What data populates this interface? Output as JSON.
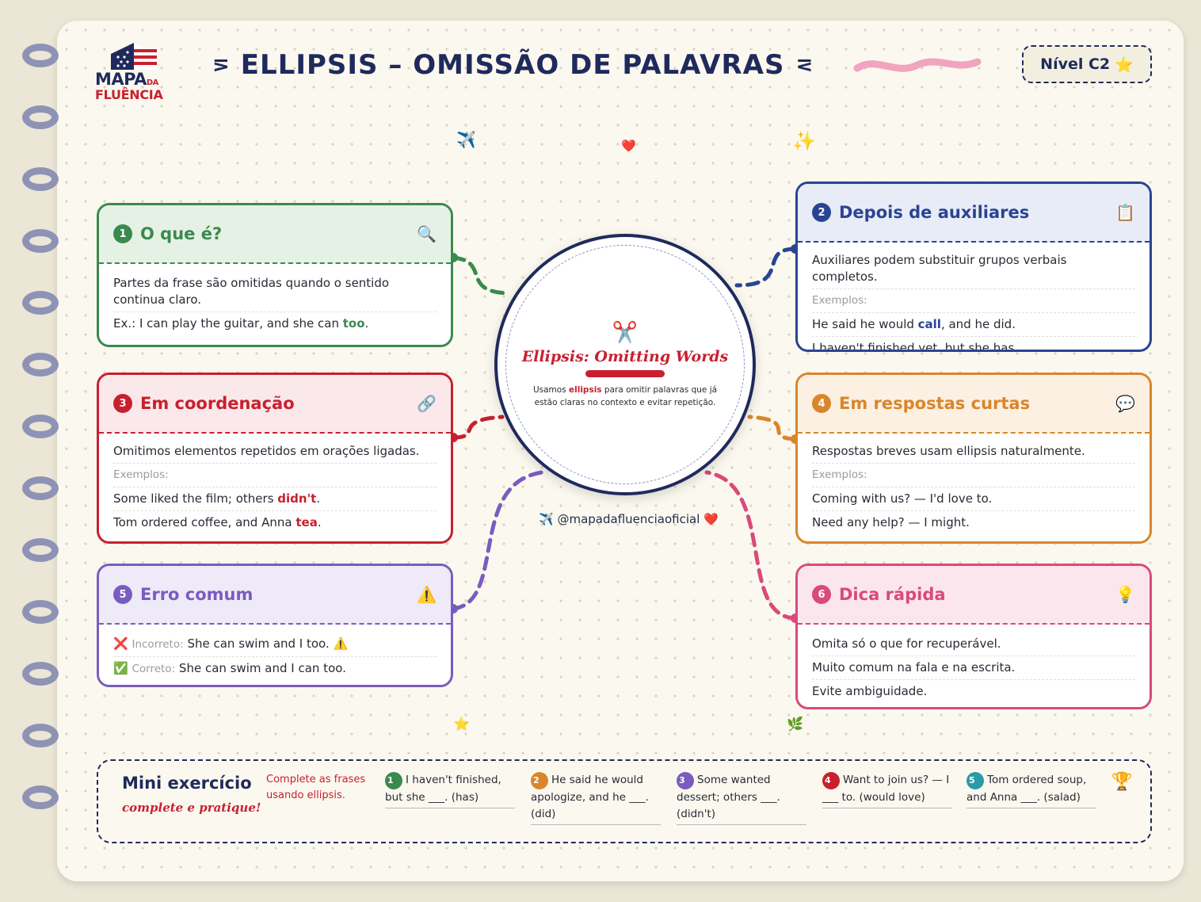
{
  "brand": {
    "line1": "MAPA",
    "line1_small": "DA",
    "line2": "FLUÊNCIA"
  },
  "header": {
    "deco_left": "⋝",
    "title": "ELLIPSIS – OMISSÃO DE PALAVRAS",
    "deco_right": "⋜",
    "level": "Nível C2",
    "level_icon": "⭐"
  },
  "stickers": {
    "plane": "✈️",
    "heart": "❤️",
    "sparkles": "✨",
    "star": "⭐",
    "leaf": "🌿"
  },
  "center": {
    "icon": "✂️",
    "title": "Ellipsis: Omitting Words",
    "text_before": "Usamos ",
    "text_highlight": "ellipsis",
    "text_after": " para omitir palavras que já estão claras no contexto e evitar repetição."
  },
  "handle": {
    "icon": "✈️",
    "text": "@mapadafluenciaoficial",
    "heart": "❤️"
  },
  "cards": {
    "c1": {
      "num": "1",
      "title": "O que é?",
      "icon": "🔍",
      "line1": "Partes da frase são omitidas quando o sentido continua claro.",
      "line2_pre": "Ex.: I can play the guitar, and she can ",
      "line2_hl": "too",
      "line2_post": "."
    },
    "c2": {
      "num": "2",
      "title": "Depois de auxiliares",
      "icon": "📋",
      "line1": "Auxiliares podem substituir grupos verbais completos.",
      "examples": "Exemplos:",
      "ex1_pre": "He said he would ",
      "ex1_hl": "call",
      "ex1_post": ", and he did.",
      "ex2": "I haven't finished yet, but she has."
    },
    "c3": {
      "num": "3",
      "title": "Em coordenação",
      "icon": "🔗",
      "line1": "Omitimos elementos repetidos em orações ligadas.",
      "examples": "Exemplos:",
      "ex1_pre": "Some liked the film; others ",
      "ex1_hl": "didn't",
      "ex1_post": ".",
      "ex2_pre": "Tom ordered coffee, and Anna ",
      "ex2_hl": "tea",
      "ex2_post": "."
    },
    "c4": {
      "num": "4",
      "title": "Em respostas curtas",
      "icon": "💬",
      "line1": "Respostas breves usam ellipsis naturalmente.",
      "examples": "Exemplos:",
      "ex1": "Coming with us? — I'd love to.",
      "ex2": "Need any help? — I might."
    },
    "c5": {
      "num": "5",
      "title": "Erro comum",
      "icon": "⚠️",
      "wrong_icon": "❌",
      "wrong_label": "Incorreto:",
      "wrong_text": "She can swim and I too.",
      "wrong_mark": "⚠️",
      "right_icon": "✅",
      "right_label": "Correto:",
      "right_text": "She can swim and I can too."
    },
    "c6": {
      "num": "6",
      "title": "Dica rápida",
      "icon": "💡",
      "line1": "Omita só o que for recuperável.",
      "line2": "Muito comum na fala e na escrita.",
      "line3": "Evite ambiguidade."
    }
  },
  "exercise": {
    "title": "Mini exercício",
    "subtitle": "complete e pratique!",
    "instructions": "Complete as frases usando ellipsis.",
    "items": [
      {
        "num": "1",
        "text": "I haven't finished, but she ___. (has)",
        "color": "#3a8a4e"
      },
      {
        "num": "2",
        "text": "He said he would apologize, and he ___. (did)",
        "color": "#d9862a"
      },
      {
        "num": "3",
        "text": "Some wanted dessert; others ___. (didn't)",
        "color": "#7a5cbf"
      },
      {
        "num": "4",
        "text": "Want to join us? — I ___ to. (would love)",
        "color": "#c8202f"
      },
      {
        "num": "5",
        "text": "Tom ordered soup, and Anna ___. (salad)",
        "color": "#2a9aa8"
      }
    ],
    "trophy": "🏆"
  },
  "colors": {
    "green": "#3a8a4e",
    "blue": "#2a4494",
    "red": "#c8202f",
    "orange": "#d9862a",
    "purple": "#7a5cbf",
    "pink": "#d94a7a",
    "navy": "#1f2a5c"
  }
}
